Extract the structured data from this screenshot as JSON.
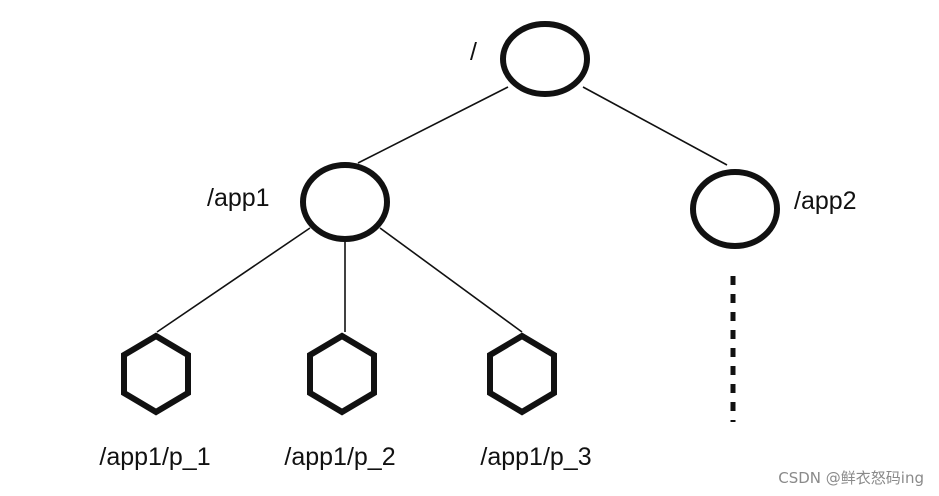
{
  "tree": {
    "root": {
      "label": "/",
      "shape": "circle"
    },
    "app1": {
      "label": "/app1",
      "shape": "circle"
    },
    "app2": {
      "label": "/app2",
      "shape": "circle"
    },
    "p1": {
      "label": "/app1/p_1",
      "shape": "hexagon"
    },
    "p2": {
      "label": "/app1/p_2",
      "shape": "hexagon"
    },
    "p3": {
      "label": "/app1/p_3",
      "shape": "hexagon"
    },
    "app2_children": "more children (dotted continuation)"
  },
  "watermark": "CSDN @鲜衣怒码ing",
  "colors": {
    "stroke": "#111111",
    "background": "#ffffff",
    "watermark": "#8a8a8a"
  }
}
